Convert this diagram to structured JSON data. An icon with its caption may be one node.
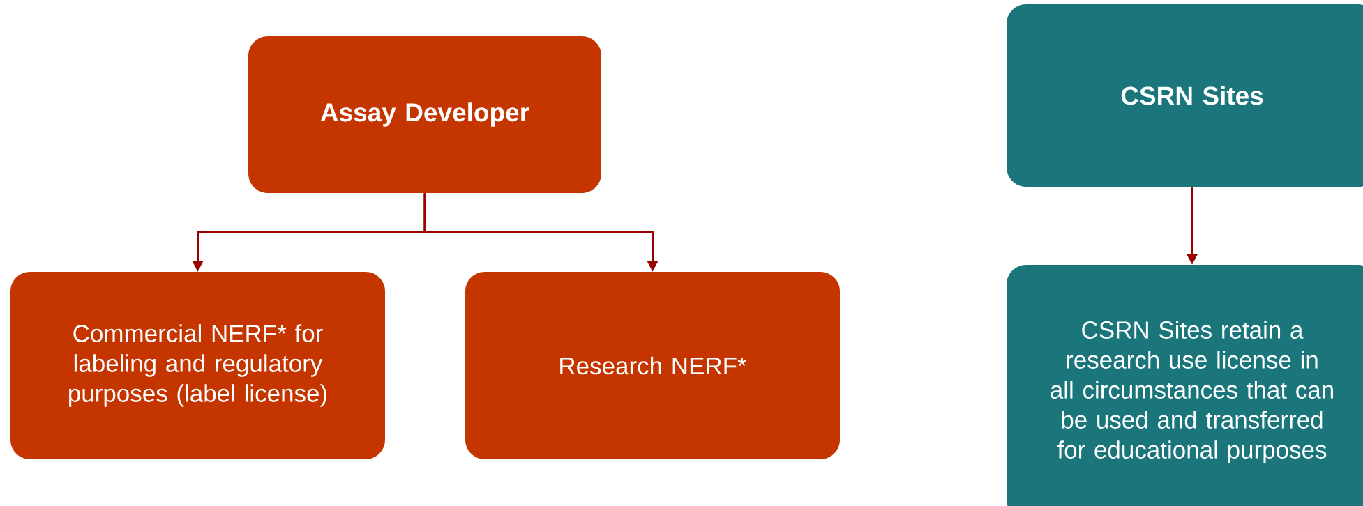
{
  "diagram": {
    "nodes": [
      {
        "text": [
          "Assay Developer"
        ]
      },
      {
        "text": [
          "Commercial NERF* for labeling and regulatory purposes (label license)"
        ]
      },
      {
        "text": [
          "Research NERF*"
        ]
      },
      {
        "text": [
          "CSRN Sites"
        ]
      },
      {
        "text": [
          "CSRN Sites retain a research use license in all circumstances that can be used and transferred for educational purposes"
        ]
      }
    ],
    "edges": [
      {
        "from": 0,
        "to": 1,
        "arrow": "to"
      },
      {
        "from": 0,
        "to": 2,
        "arrow": "to"
      },
      {
        "from": 3,
        "to": 4,
        "arrow": "to"
      }
    ]
  }
}
